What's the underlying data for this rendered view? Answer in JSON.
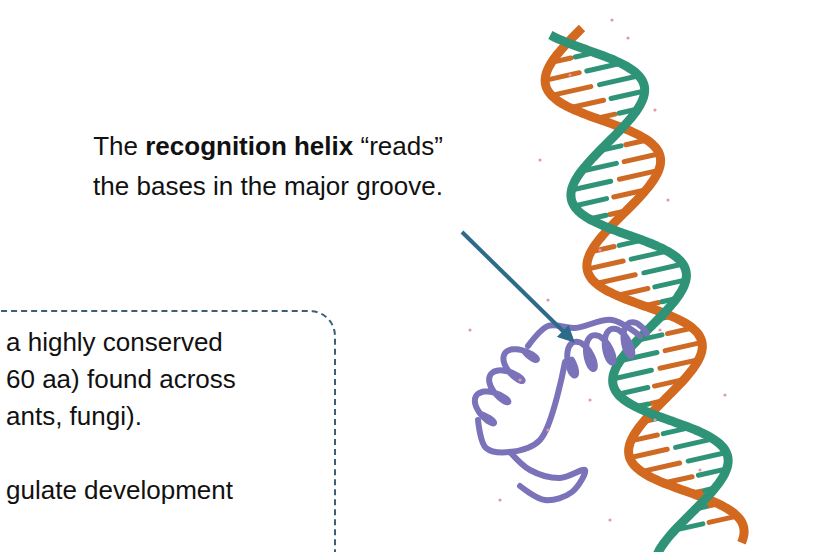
{
  "diagram": {
    "nodes": [
      {
        "text": [
          "a highly conserved 60 aa) found across ants, fungi).",
          "gulate development"
        ]
      }
    ],
    "labels": [
      "The recognition helix “reads” the bases in the major groove."
    ]
  }
}
